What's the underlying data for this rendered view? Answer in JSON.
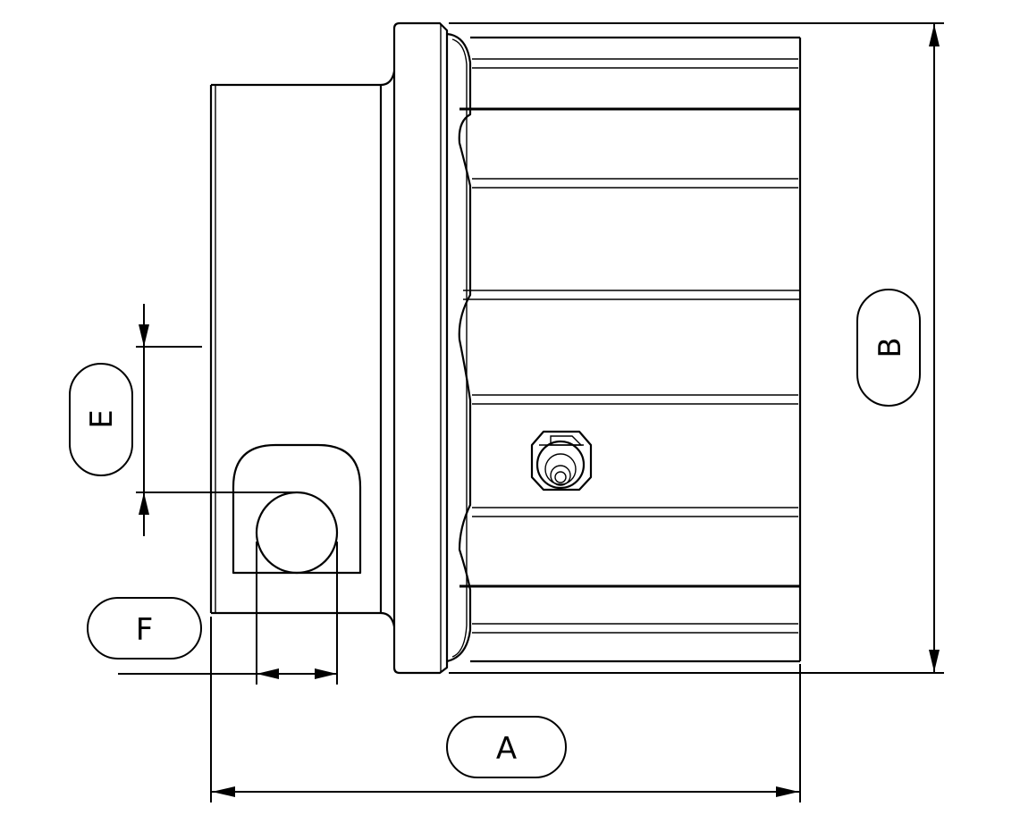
{
  "dimensions": {
    "overall_length": "A",
    "overall_diameter": "B",
    "port_offset": "E",
    "port_diameter": "F"
  }
}
